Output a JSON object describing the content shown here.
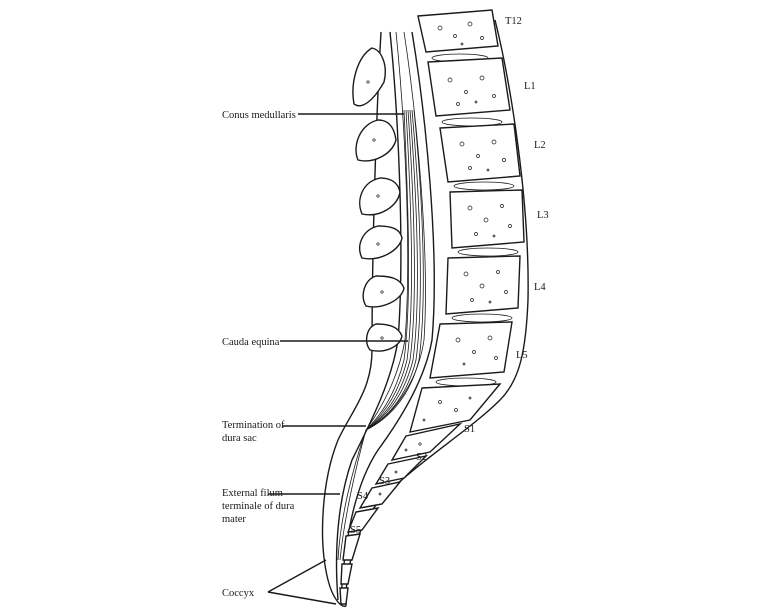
{
  "annotations": {
    "conus_medullaris": "Conus medullaris",
    "cauda_equina": "Cauda equina",
    "termination_line1": "Termination of",
    "termination_line2": "dura sac",
    "external_line1": "External filum",
    "external_line2": "terminale of dura",
    "external_line3": "mater",
    "coccyx": "Coccyx"
  },
  "vertebrae": {
    "t12": "T12",
    "l1": "L1",
    "l2": "L2",
    "l3": "L3",
    "l4": "L4",
    "l5": "L5",
    "s1": "S1",
    "s2": "S2",
    "s3": "S3",
    "s4": "S4",
    "s5": "S5"
  }
}
